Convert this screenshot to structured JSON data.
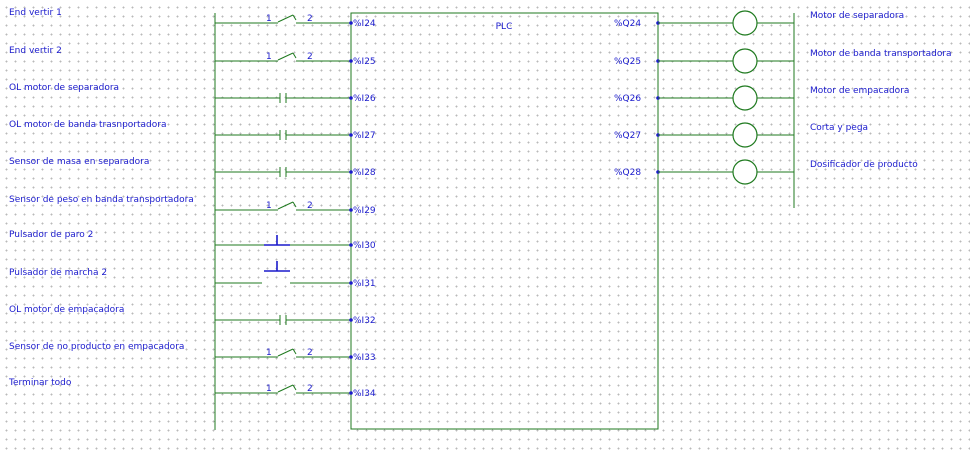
{
  "plc": {
    "title": "PLC"
  },
  "inputs": [
    {
      "label": "End vertir 1",
      "address": "%I24",
      "symbol": "switch",
      "pin_a": "1",
      "pin_b": "2"
    },
    {
      "label": "End vertir 2",
      "address": "%I25",
      "symbol": "switch",
      "pin_a": "1",
      "pin_b": "2"
    },
    {
      "label": "OL motor de separadora",
      "address": "%I26",
      "symbol": "contact"
    },
    {
      "label": "OL motor de banda trasnportadora",
      "address": "%I27",
      "symbol": "contact"
    },
    {
      "label": "Sensor de masa en separadora",
      "address": "%I28",
      "symbol": "contact"
    },
    {
      "label": "Sensor de peso en banda transportadora",
      "address": "%I29",
      "symbol": "switch",
      "pin_a": "1",
      "pin_b": "2"
    },
    {
      "label": "Pulsador de paro 2",
      "address": "%I30",
      "symbol": "pushbutton-nc"
    },
    {
      "label": "Pulsador de marcha 2",
      "address": "%I31",
      "symbol": "pushbutton-no"
    },
    {
      "label": "OL motor de empacadora",
      "address": "%I32",
      "symbol": "contact"
    },
    {
      "label": "Sensor de no producto en empacadora",
      "address": "%I33",
      "symbol": "switch",
      "pin_a": "1",
      "pin_b": "2"
    },
    {
      "label": "Terminar todo",
      "address": "%I34",
      "symbol": "switch",
      "pin_a": "1",
      "pin_b": "2"
    }
  ],
  "outputs": [
    {
      "label": "Motor de separadora",
      "address": "%Q24"
    },
    {
      "label": "Motor de banda transportadora",
      "address": "%Q25"
    },
    {
      "label": "Motor de empacadora",
      "address": "%Q26"
    },
    {
      "label": "Corta y pega",
      "address": "%Q27"
    },
    {
      "label": "Dosificador de producto",
      "address": "%Q28"
    }
  ],
  "colors": {
    "wire": "#1f7a1f",
    "text": "#1a1acc",
    "grid": "#b9b9b9"
  }
}
